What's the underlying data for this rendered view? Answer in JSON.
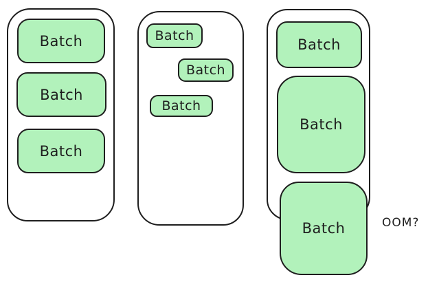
{
  "colors": {
    "batch_fill": "#b2f2bb",
    "stroke": "#1e1e1e",
    "background": "#ffffff"
  },
  "diagram": {
    "containers": [
      {
        "batches": [
          {
            "label": "Batch"
          },
          {
            "label": "Batch"
          },
          {
            "label": "Batch"
          }
        ]
      },
      {
        "batches": [
          {
            "label": "Batch"
          },
          {
            "label": "Batch"
          },
          {
            "label": "Batch"
          }
        ]
      },
      {
        "batches": [
          {
            "label": "Batch"
          },
          {
            "label": "Batch"
          },
          {
            "label": "Batch"
          }
        ]
      }
    ],
    "annotation": {
      "label": "OOM?"
    }
  }
}
